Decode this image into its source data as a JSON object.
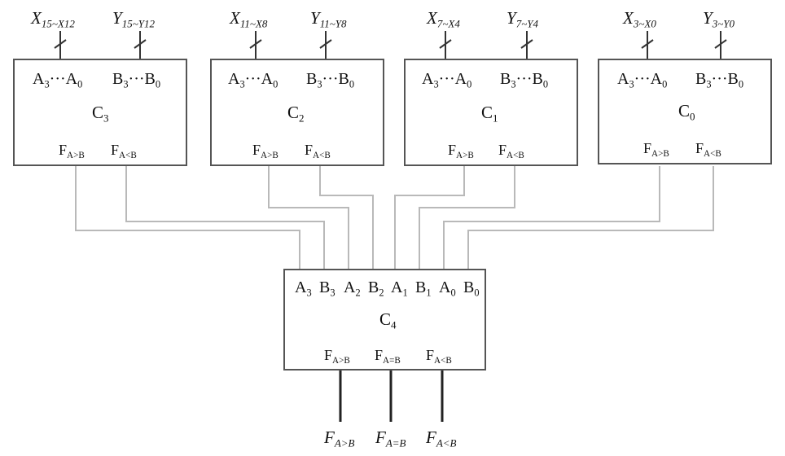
{
  "comparators": [
    {
      "id": "c3",
      "name": "C",
      "name_sub": "3",
      "x_in": "X",
      "x_in_sub": "15~X",
      "x_in_sub2": "12",
      "y_in": "Y",
      "y_in_sub": "15~Y",
      "y_in_sub2": "12"
    },
    {
      "id": "c2",
      "name": "C",
      "name_sub": "2",
      "x_in": "X",
      "x_in_sub": "11~X",
      "x_in_sub2": "8",
      "y_in": "Y",
      "y_in_sub": "11~Y",
      "y_in_sub2": "8"
    },
    {
      "id": "c1",
      "name": "C",
      "name_sub": "1",
      "x_in": "X",
      "x_in_sub": "7~X",
      "x_in_sub2": "4",
      "y_in": "Y",
      "y_in_sub": "7~Y",
      "y_in_sub2": "4"
    },
    {
      "id": "c0",
      "name": "C",
      "name_sub": "0",
      "x_in": "X",
      "x_in_sub": "3~X",
      "x_in_sub2": "0",
      "y_in": "Y",
      "y_in_sub": "3~Y",
      "y_in_sub2": "0"
    }
  ],
  "labels": {
    "a_main": "A",
    "a_hi": "3",
    "a_mid": "···A",
    "a_lo": "0",
    "b_main": "B",
    "b_hi": "3",
    "b_mid": "···B",
    "b_lo": "0",
    "f": "F",
    "gt": "A>B",
    "lt": "A<B",
    "eq": "A=B"
  },
  "final": {
    "name": "C",
    "name_sub": "4",
    "ports": [
      {
        "main": "A",
        "sub": "3"
      },
      {
        "main": "B",
        "sub": "3"
      },
      {
        "main": "A",
        "sub": "2"
      },
      {
        "main": "B",
        "sub": "2"
      },
      {
        "main": "A",
        "sub": "1"
      },
      {
        "main": "B",
        "sub": "1"
      },
      {
        "main": "A",
        "sub": "0"
      },
      {
        "main": "B",
        "sub": "0"
      }
    ]
  }
}
